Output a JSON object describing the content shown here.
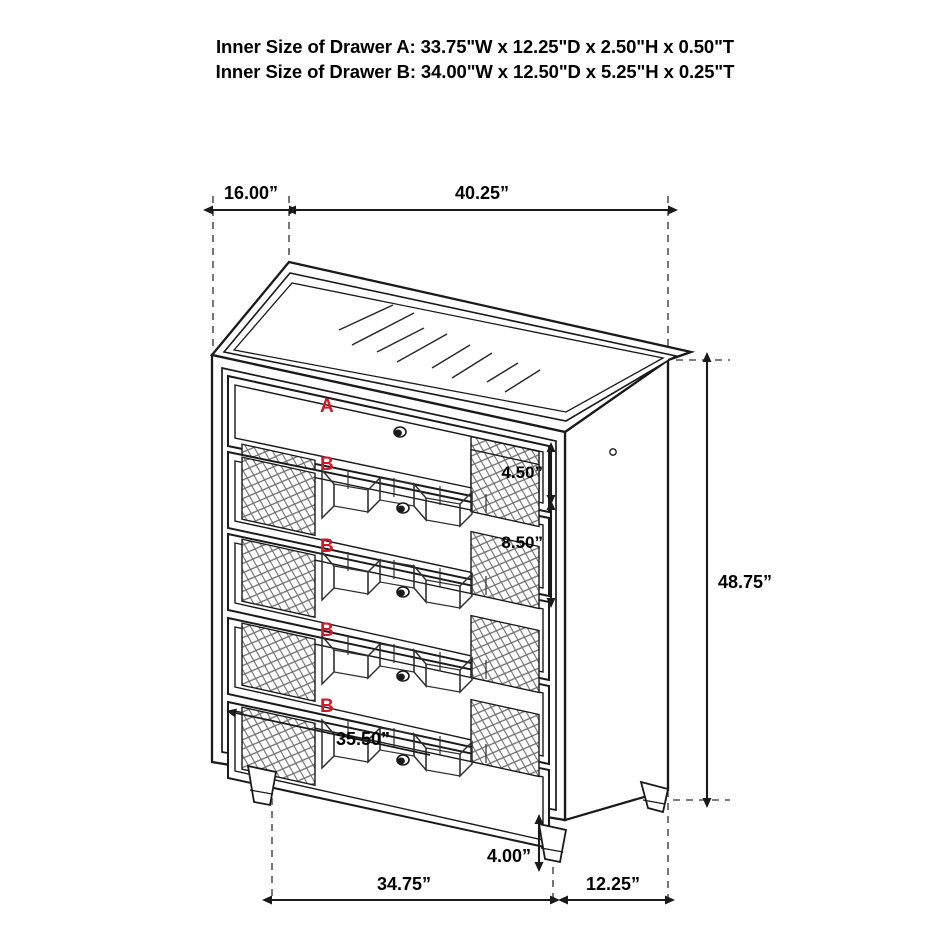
{
  "header": {
    "line1": "Inner Size of Drawer A: 33.75\"W x 12.25\"D x 2.50\"H x 0.50\"T",
    "line2": "Inner Size of Drawer B: 34.00\"W x 12.50\"D x 5.25\"H x 0.25\"T"
  },
  "colors": {
    "label_red": "#d4182a",
    "line": "#1a1a1a",
    "dash": "#555555",
    "mesh": "#6b6b6b",
    "fill": "#ffffff"
  },
  "dimensions": {
    "depth_top": "16.00”",
    "width_top": "40.25”",
    "height_right": "48.75”",
    "drawer_a_height": "4.50”",
    "drawer_b_height": "8.50”",
    "drawer_width": "35.50”",
    "leg_height": "4.00”",
    "base_depth": "12.25”",
    "base_width": "34.75”"
  },
  "drawer_labels": [
    {
      "id": "drawer-a",
      "text": "A"
    },
    {
      "id": "drawer-b1",
      "text": "B"
    },
    {
      "id": "drawer-b2",
      "text": "B"
    },
    {
      "id": "drawer-b3",
      "text": "B"
    },
    {
      "id": "drawer-b4",
      "text": "B"
    }
  ],
  "product": {
    "type": "5-drawer chest",
    "drawer_count": 5,
    "leg_count": 4,
    "knob_count": 5
  }
}
